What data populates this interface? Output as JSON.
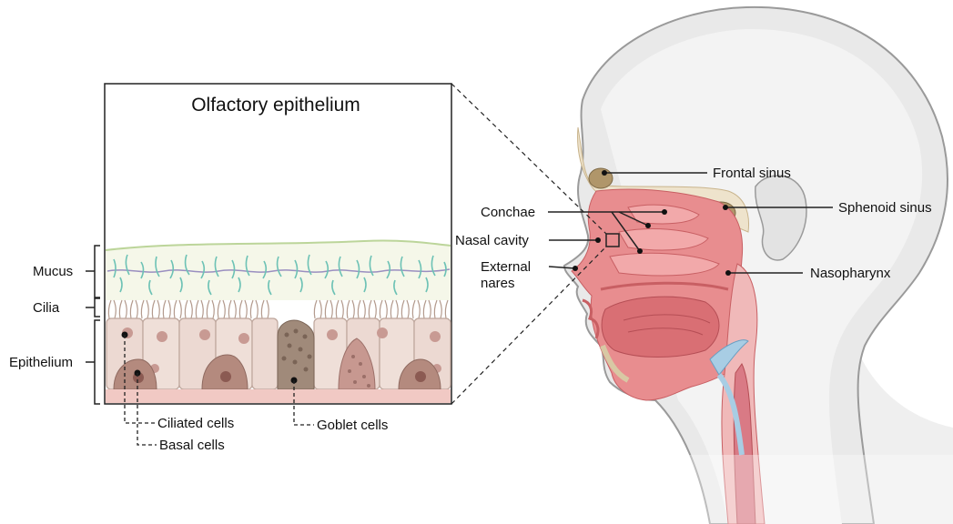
{
  "inset": {
    "title": "Olfactory epithelium"
  },
  "layers": {
    "mucus": "Mucus",
    "cilia": "Cilia",
    "epithelium": "Epithelium"
  },
  "cells": {
    "ciliated": "Ciliated cells",
    "basal": "Basal cells",
    "goblet": "Goblet cells"
  },
  "head_labels": {
    "frontal_sinus": "Frontal sinus",
    "sphenoid_sinus": "Sphenoid sinus",
    "conchae": "Conchae",
    "nasal_cavity": "Nasal cavity",
    "external_nares_line1": "External",
    "external_nares_line2": "nares",
    "nasopharynx": "Nasopharynx"
  },
  "colors": {
    "mucus_green": "#bcd59a",
    "cilia_teal": "#6dc2b5",
    "cell_fill": "#ecd9d2",
    "nucleus": "#c89a93",
    "basement": "#f1c9c4",
    "tissue_pink": "#e88d8f",
    "bone_tan": "#eee3cc",
    "skin_grey": "#e7e7e7"
  }
}
